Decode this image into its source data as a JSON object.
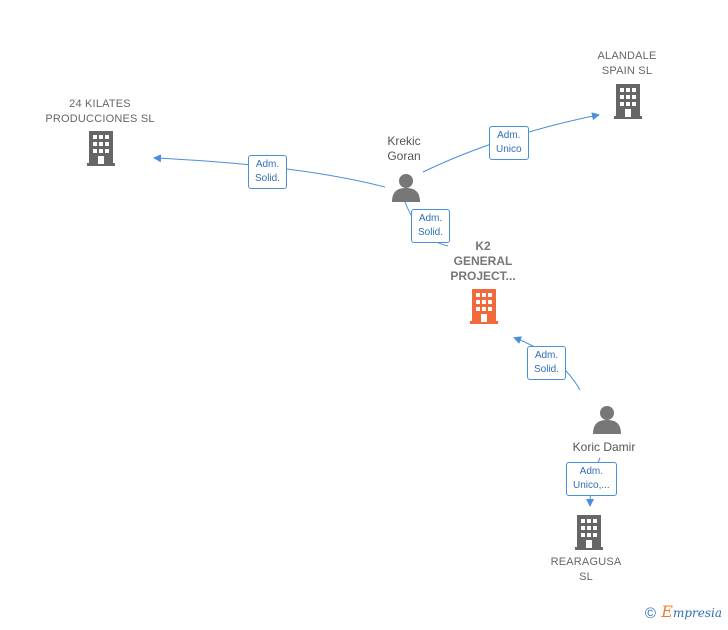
{
  "colors": {
    "edge": "#4a8fd9",
    "company": "#666666",
    "focus_company": "#f26a3c",
    "person": "#777777"
  },
  "nodes": {
    "kilates": {
      "line1": "24 KILATES",
      "line2": "PRODUCCIONES SL",
      "icon": "building-icon"
    },
    "alandale": {
      "line1": "ALANDALE",
      "line2": "SPAIN  SL",
      "icon": "building-icon"
    },
    "krekic": {
      "line1": "Krekic",
      "line2": "Goran",
      "icon": "person-icon"
    },
    "k2": {
      "line1": "K2",
      "line2": "GENERAL",
      "line3": "PROJECT...",
      "icon": "building-icon"
    },
    "koric": {
      "line1": "Koric Damir",
      "icon": "person-icon"
    },
    "rearagusa": {
      "line1": "REARAGUSA",
      "line2": "SL",
      "icon": "building-icon"
    }
  },
  "edges": {
    "krekic_kilates": {
      "line1": "Adm.",
      "line2": "Solid."
    },
    "krekic_alandale": {
      "line1": "Adm.",
      "line2": "Unico"
    },
    "krekic_k2": {
      "line1": "Adm.",
      "line2": "Solid."
    },
    "koric_k2": {
      "line1": "Adm.",
      "line2": "Solid."
    },
    "koric_rearagusa": {
      "line1": "Adm.",
      "line2": "Unico,..."
    }
  },
  "footer": {
    "copyright": "©",
    "brand_initial": "E",
    "brand_rest": "mpresia"
  }
}
